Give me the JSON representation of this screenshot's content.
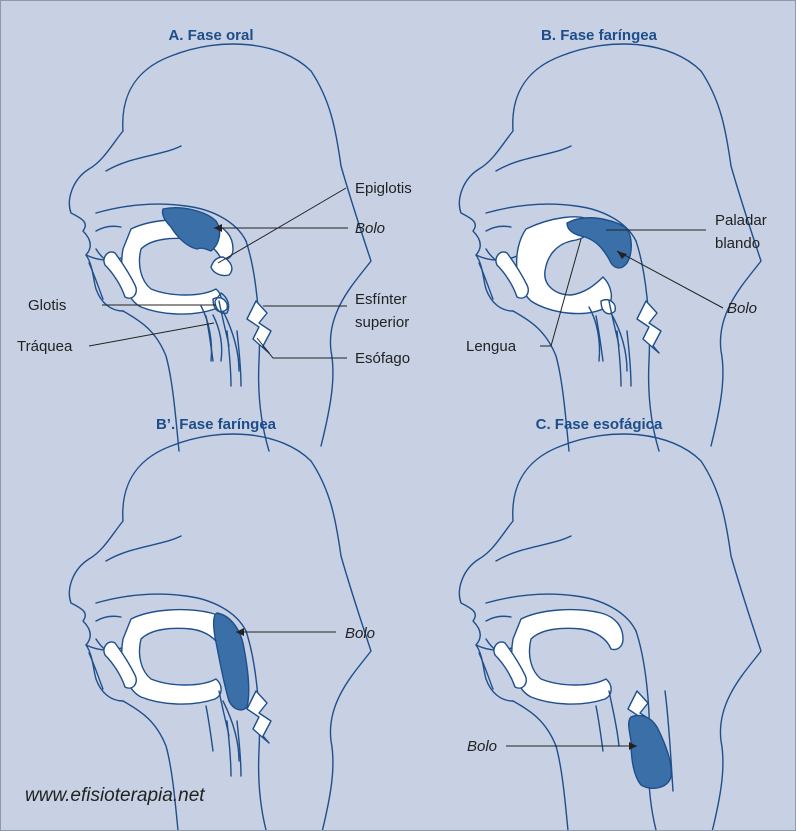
{
  "panels": [
    {
      "title": "A. Fase oral"
    },
    {
      "title": "B. Fase faríngea"
    },
    {
      "title": "B’. Fase faríngea"
    },
    {
      "title": "C. Fase esofágica"
    }
  ],
  "labels": {
    "epiglotis": "Epiglotis",
    "bolo": "Bolo",
    "glotis": "Glotis",
    "traquea": "Tráquea",
    "esfinter_1": "Esfínter",
    "esfinter_2": "superior",
    "esofago": "Esófago",
    "paladar_1": "Paladar",
    "paladar_2": "blando",
    "lengua": "Lengua"
  },
  "watermark": "www.efisioterapia.net",
  "colors": {
    "background": "#c7d1e3",
    "outline": "#1f4f8c",
    "bolus": "#3a6fa8",
    "title": "#1d4e8a"
  }
}
